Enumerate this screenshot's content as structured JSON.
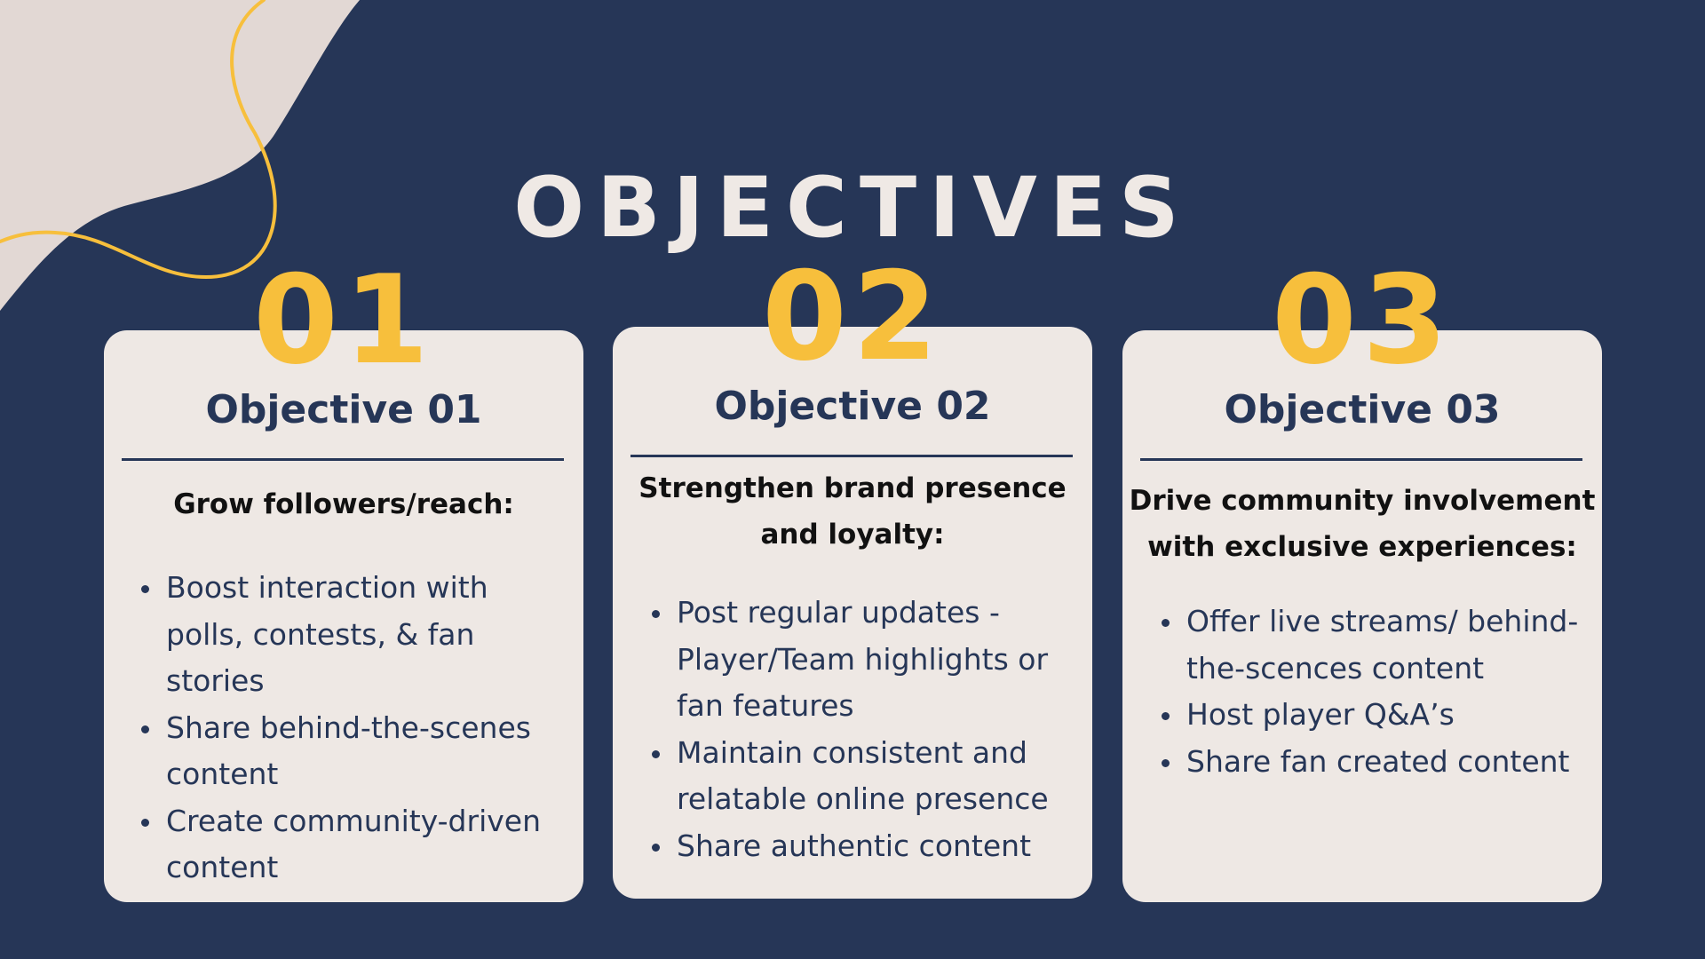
{
  "title": "OBJECTIVES",
  "colors": {
    "background": "#263657",
    "card": "#eee8e4",
    "accent": "#f7bf3c",
    "blob": "#e2d8d4"
  },
  "cards": [
    {
      "number": "01",
      "heading": "Objective 01",
      "subheading": "Grow followers/reach:",
      "items": [
        "Boost interaction with polls, contests, & fan stories",
        "Share behind-the-scenes content",
        "Create community-driven content"
      ]
    },
    {
      "number": "02",
      "heading": "Objective 02",
      "subheading": "Strengthen brand presence and loyalty:",
      "items": [
        "Post regular updates - Player/Team highlights or fan features",
        "Maintain consistent and relatable online presence",
        "Share authentic content"
      ]
    },
    {
      "number": "03",
      "heading": "Objective 03",
      "subheading": "Drive community involvement with exclusive experiences:",
      "items": [
        "Offer live streams/ behind-the-scences content",
        "Host player Q&A’s",
        "Share fan created content"
      ]
    }
  ]
}
